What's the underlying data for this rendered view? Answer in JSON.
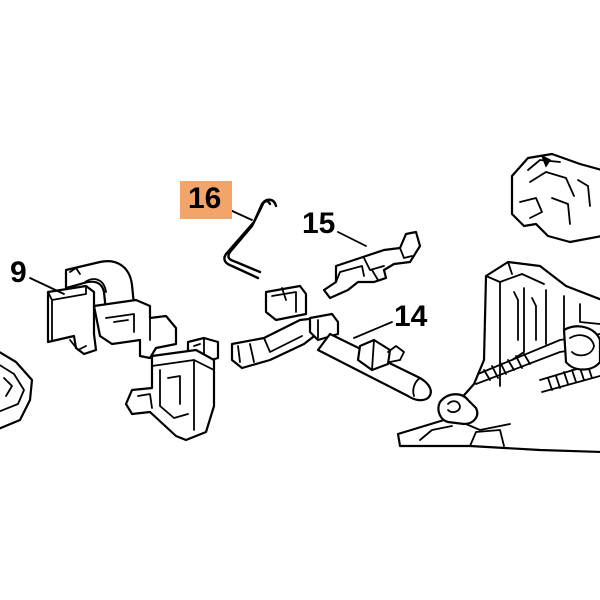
{
  "diagram": {
    "callouts": [
      {
        "id": "9",
        "label": "9"
      },
      {
        "id": "14",
        "label": "14"
      },
      {
        "id": "15",
        "label": "15"
      },
      {
        "id": "16",
        "label": "16",
        "highlighted": true
      }
    ],
    "colors": {
      "highlight": "#f2a46a",
      "line": "#000000",
      "background": "#ffffff"
    }
  }
}
